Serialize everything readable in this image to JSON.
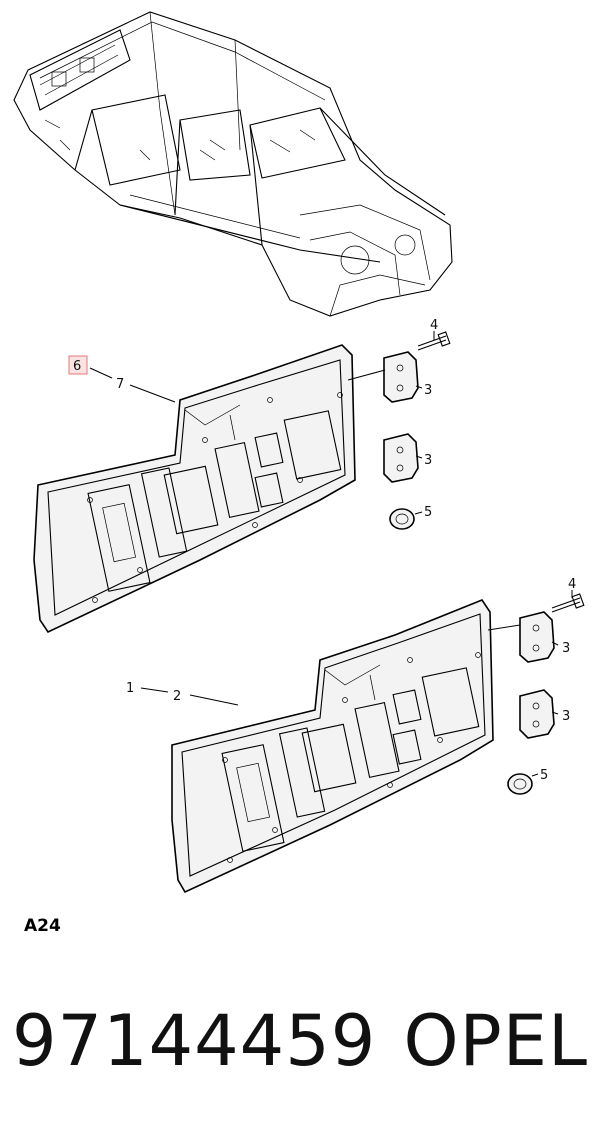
{
  "diagram": {
    "section_code": "A24",
    "callouts": {
      "c1": "1",
      "c2": "2",
      "c3": "3",
      "c4": "4",
      "c5": "5",
      "c6": "6",
      "c7": "7"
    },
    "highlight_color": "#e07a7a"
  },
  "footer": {
    "part_number": "97144459",
    "brand": "OPEL"
  }
}
